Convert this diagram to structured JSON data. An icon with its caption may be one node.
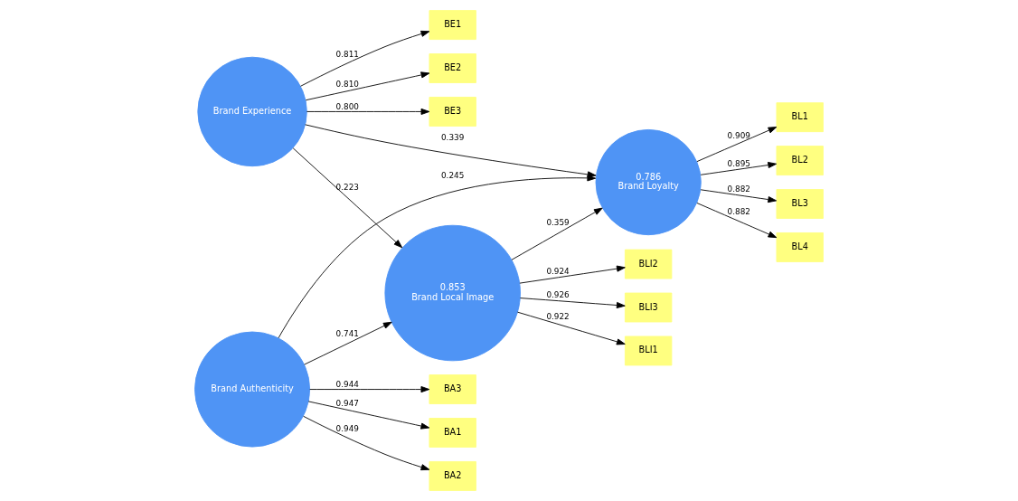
{
  "diagram": {
    "nodes": [
      {
        "text": [
          "BE1"
        ]
      },
      {
        "text": [
          "BE2"
        ]
      },
      {
        "text": [
          "BE3"
        ]
      },
      {
        "text": [
          "Brand Experience"
        ]
      },
      {
        "text": [
          "BLI1"
        ]
      },
      {
        "text": [
          "BLI2"
        ]
      },
      {
        "text": [
          "BLI3"
        ]
      },
      {
        "text": [
          "0.853",
          "Brand Local Image"
        ]
      },
      {
        "text": [
          "0.786",
          "Brand Loyalty"
        ]
      },
      {
        "text": [
          "BL1"
        ]
      },
      {
        "text": [
          "BL2"
        ]
      },
      {
        "text": [
          "BL3"
        ]
      },
      {
        "text": [
          "BL4"
        ]
      },
      {
        "text": [
          "BA1"
        ]
      },
      {
        "text": [
          "BA2"
        ]
      },
      {
        "text": [
          "BA3"
        ]
      },
      {
        "text": [
          "Brand Authenticity"
        ]
      }
    ],
    "edges": [
      {
        "from": 3,
        "to": 0,
        "arrow": "to",
        "label": "0.811"
      },
      {
        "from": 3,
        "to": 1,
        "arrow": "to",
        "label": "0.810"
      },
      {
        "from": 3,
        "to": 2,
        "arrow": "to",
        "label": "0.800"
      },
      {
        "from": 3,
        "to": 7,
        "arrow": "to",
        "label": "0.223"
      },
      {
        "from": 3,
        "to": 8,
        "arrow": "to",
        "label": "0.339"
      },
      {
        "from": 7,
        "to": 4,
        "arrow": "to",
        "label": "0.922"
      },
      {
        "from": 7,
        "to": 5,
        "arrow": "to",
        "label": "0.924"
      },
      {
        "from": 7,
        "to": 6,
        "arrow": "to",
        "label": "0.926"
      },
      {
        "from": 7,
        "to": 8,
        "arrow": "to",
        "label": "0.359"
      },
      {
        "from": 8,
        "to": 9,
        "arrow": "to",
        "label": "0.909"
      },
      {
        "from": 8,
        "to": 10,
        "arrow": "to",
        "label": "0.895"
      },
      {
        "from": 8,
        "to": 11,
        "arrow": "to",
        "label": "0.882"
      },
      {
        "from": 8,
        "to": 12,
        "arrow": "to",
        "label": "0.882"
      },
      {
        "from": 16,
        "to": 13,
        "arrow": "to",
        "label": "0.947"
      },
      {
        "from": 16,
        "to": 14,
        "arrow": "to",
        "label": "0.949"
      },
      {
        "from": 16,
        "to": 15,
        "arrow": "to",
        "label": "0.944"
      },
      {
        "from": 16,
        "to": 7,
        "arrow": "to",
        "label": "0.741"
      },
      {
        "from": 16,
        "to": 8,
        "arrow": "to",
        "label": "0.245"
      }
    ]
  }
}
